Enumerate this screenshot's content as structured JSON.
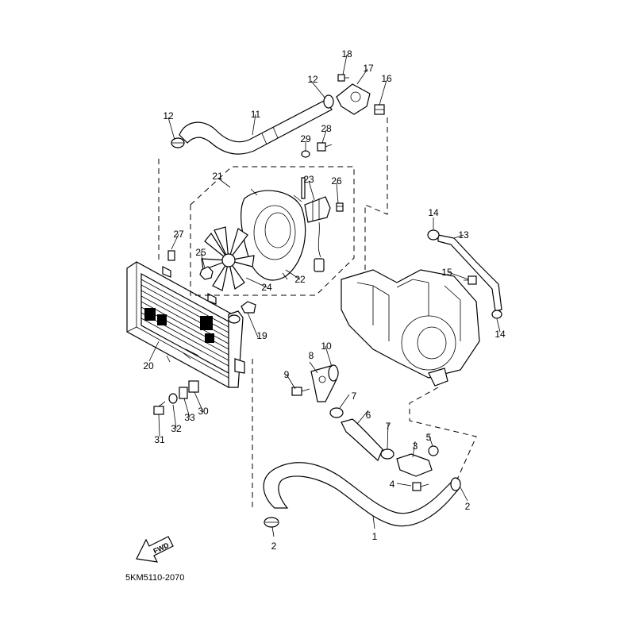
{
  "diagram": {
    "diagram_code": "5KM5110-2070",
    "fwd_label": "FWD",
    "callouts": {
      "c1": "1",
      "c2a": "2",
      "c2b": "2",
      "c3": "3",
      "c4": "4",
      "c5": "5",
      "c6": "6",
      "c7a": "7",
      "c7b": "7",
      "c8": "8",
      "c9": "9",
      "c10": "10",
      "c11": "11",
      "c12a": "12",
      "c12b": "12",
      "c13": "13",
      "c14a": "14",
      "c14b": "14",
      "c15": "15",
      "c16": "16",
      "c17": "17",
      "c18": "18",
      "c19": "19",
      "c20": "20",
      "c21": "21",
      "c22": "22",
      "c23": "23",
      "c24": "24",
      "c25": "25",
      "c26": "26",
      "c27": "27",
      "c28": "28",
      "c29": "29",
      "c30": "30",
      "c31": "31",
      "c32": "32",
      "c33": "33"
    }
  }
}
